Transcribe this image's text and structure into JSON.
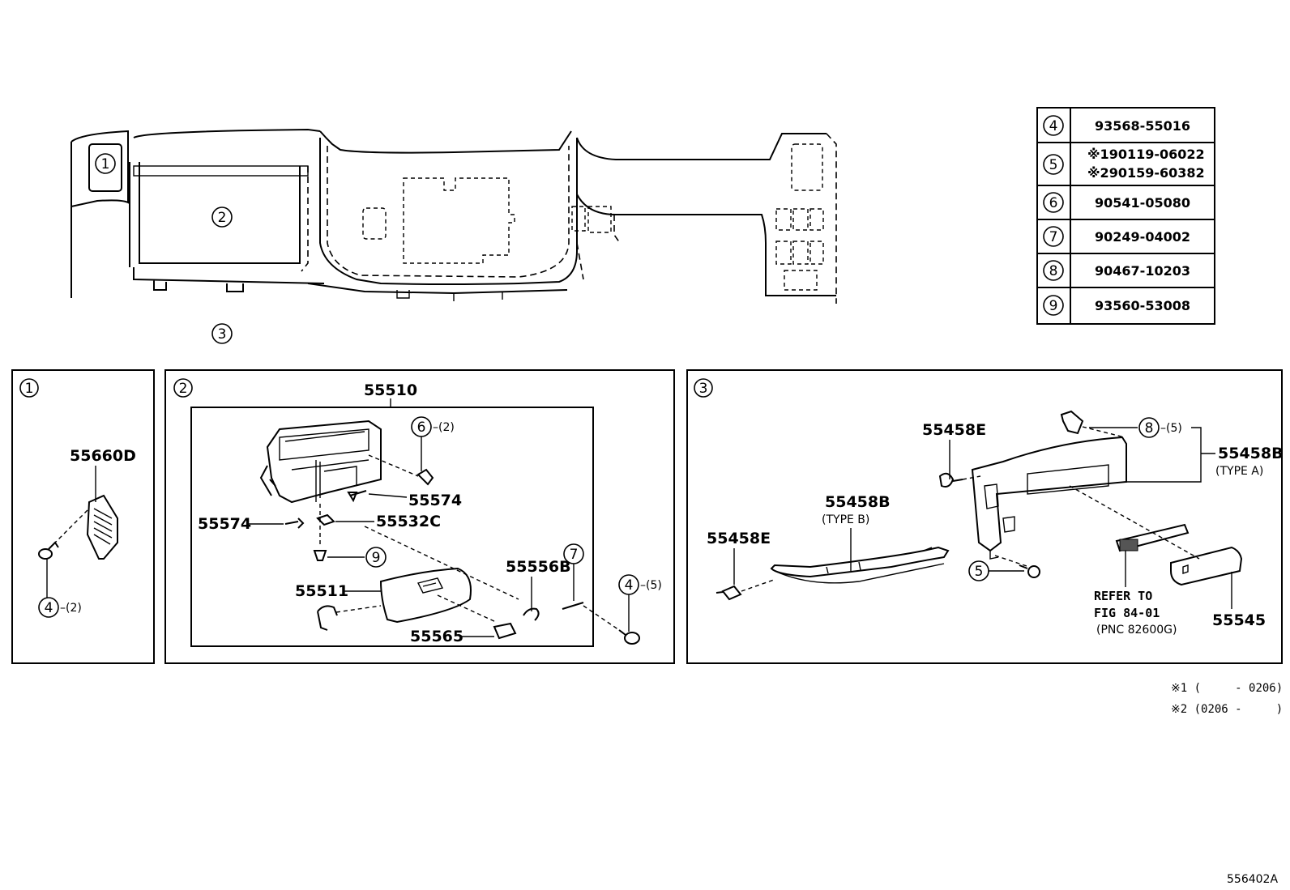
{
  "overview": {
    "callouts": [
      "1",
      "2",
      "3"
    ]
  },
  "parts_table": [
    {
      "ref": "4",
      "lines": [
        "93568-55016"
      ]
    },
    {
      "ref": "5",
      "lines": [
        "※190119-06022",
        "※290159-60382"
      ]
    },
    {
      "ref": "6",
      "lines": [
        "90541-05080"
      ]
    },
    {
      "ref": "7",
      "lines": [
        "90249-04002"
      ]
    },
    {
      "ref": "8",
      "lines": [
        "90467-10203"
      ]
    },
    {
      "ref": "9",
      "lines": [
        "93560-53008"
      ]
    }
  ],
  "panel1": {
    "id": "1",
    "parts": {
      "p55660D": "55660D",
      "ref4": "4",
      "ref4_qty": "(2)"
    }
  },
  "panel2": {
    "id": "2",
    "parts": {
      "p55510": "55510",
      "ref6": "6",
      "ref6_qty": "(2)",
      "p55574_right": "55574",
      "p55574_left": "55574",
      "p55532C": "55532C",
      "ref9": "9",
      "p55556B": "55556B",
      "ref7": "7",
      "ref4": "4",
      "ref4_qty": "(5)",
      "p55511": "55511",
      "p55565": "55565"
    }
  },
  "panel3": {
    "id": "3",
    "parts": {
      "p55458E_top": "55458E",
      "ref8": "8",
      "ref8_qty": "(5)",
      "p55458B_a": "55458B",
      "type_a": "(TYPE A)",
      "p55458B_b": "55458B",
      "type_b": "(TYPE B)",
      "p55458E_left": "55458E",
      "ref5": "5",
      "refer_line1": "REFER TO",
      "refer_line2": "FIG 84-01",
      "refer_line3": "(PNC 82600G)",
      "p55545": "55545"
    }
  },
  "footnotes": [
    "※1 (     - 0206)",
    "※2 (0206 -     )"
  ],
  "figure_id": "556402A"
}
